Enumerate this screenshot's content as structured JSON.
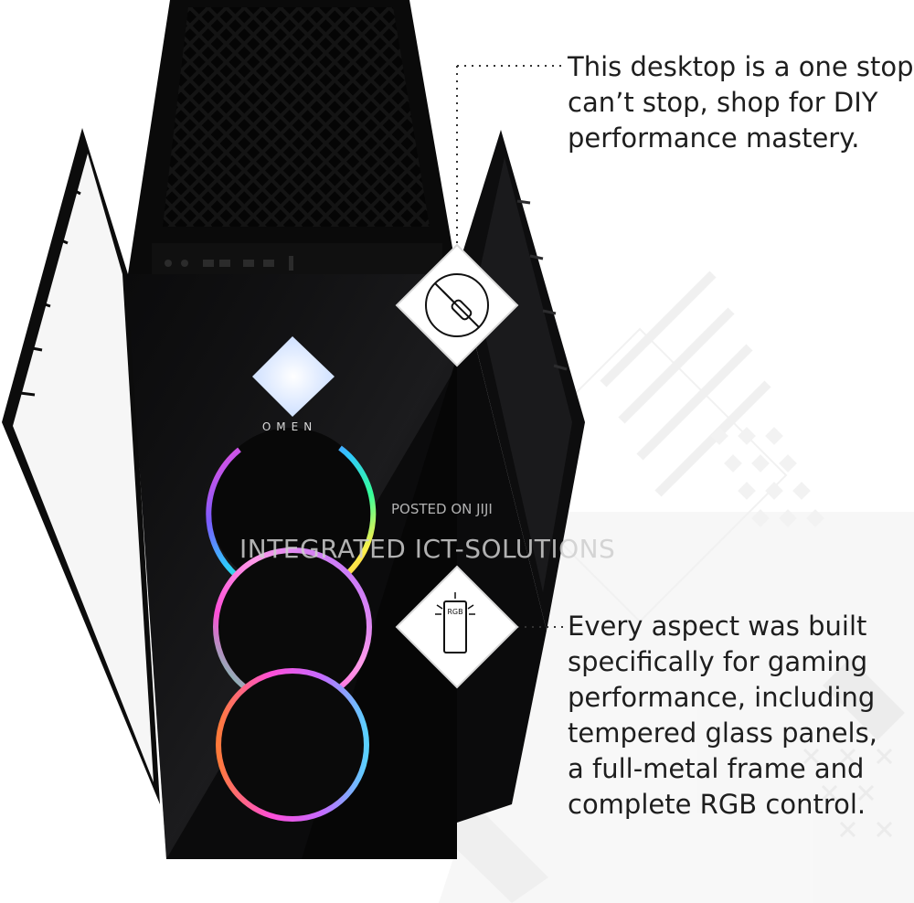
{
  "callouts": {
    "top": {
      "lines": [
        "This desktop is a one stop,",
        "can’t stop, shop for DIY",
        "performance mastery."
      ]
    },
    "bottom": {
      "lines": [
        "Every aspect was built",
        "specifically for gaming",
        "performance, including",
        "tempered glass panels,",
        "a full-metal frame and",
        "complete RGB control."
      ]
    }
  },
  "brand": "OMEN",
  "icons": {
    "tool": "screwdriver-icon",
    "rgb": "rgb-control-icon",
    "rgb_label": "RGB"
  },
  "watermark": {
    "posted": "POSTED ON JIJI",
    "seller": "INTEGRATED ICT-SOLUTIONS"
  },
  "colors": {
    "case_body": "#0b0b0c",
    "side_panel_glass": "#f6f6f6",
    "callout_text": "#1e1e1e",
    "fan_ring_gradient": [
      "#ff4fd8",
      "#7a5cff",
      "#30c8ff",
      "#35ff9a",
      "#fff04a",
      "#ff8a3d"
    ],
    "logo_light": "#dfe9ff"
  }
}
